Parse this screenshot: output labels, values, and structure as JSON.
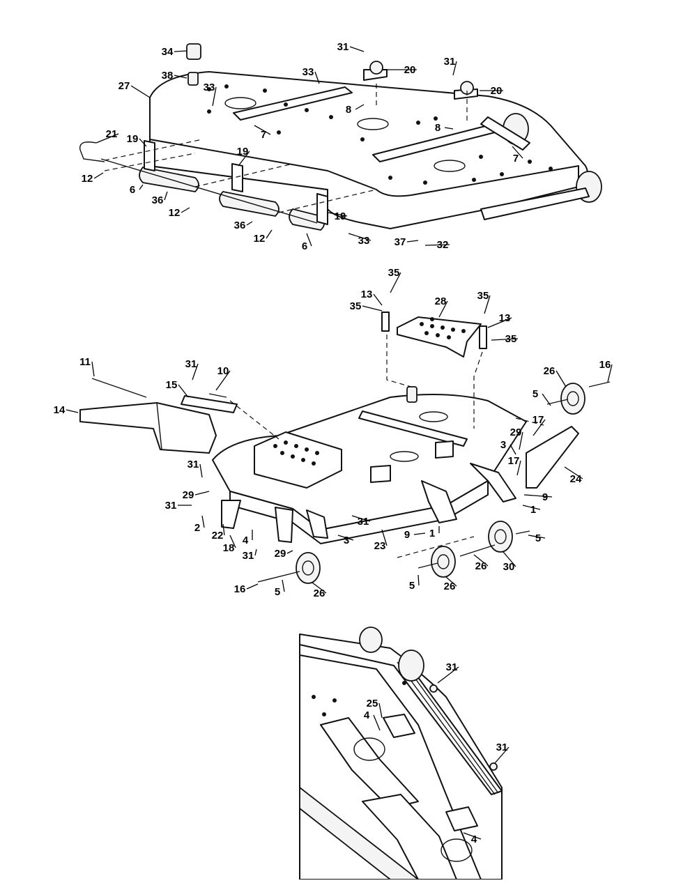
{
  "diagram": {
    "views": [
      {
        "id": "upper-assembly",
        "callouts": [
          "34",
          "38",
          "27",
          "33",
          "33",
          "31",
          "20",
          "31",
          "20",
          "8",
          "8",
          "7",
          "7",
          "21",
          "19",
          "19",
          "19",
          "12",
          "12",
          "12",
          "6",
          "6",
          "36",
          "36",
          "33",
          "37",
          "32"
        ]
      },
      {
        "id": "middle-assembly",
        "callouts": [
          "35",
          "35",
          "35",
          "35",
          "13",
          "13",
          "28",
          "11",
          "31",
          "10",
          "15",
          "14",
          "16",
          "26",
          "5",
          "17",
          "29",
          "3",
          "24",
          "31",
          "29",
          "31",
          "17",
          "9",
          "1",
          "2",
          "22",
          "18",
          "4",
          "31",
          "3",
          "31",
          "23",
          "9",
          "1",
          "5",
          "29",
          "16",
          "5",
          "26",
          "26",
          "30",
          "26",
          "5"
        ]
      },
      {
        "id": "detail-view",
        "callouts": [
          "31",
          "25",
          "4",
          "31",
          "4"
        ]
      }
    ]
  }
}
